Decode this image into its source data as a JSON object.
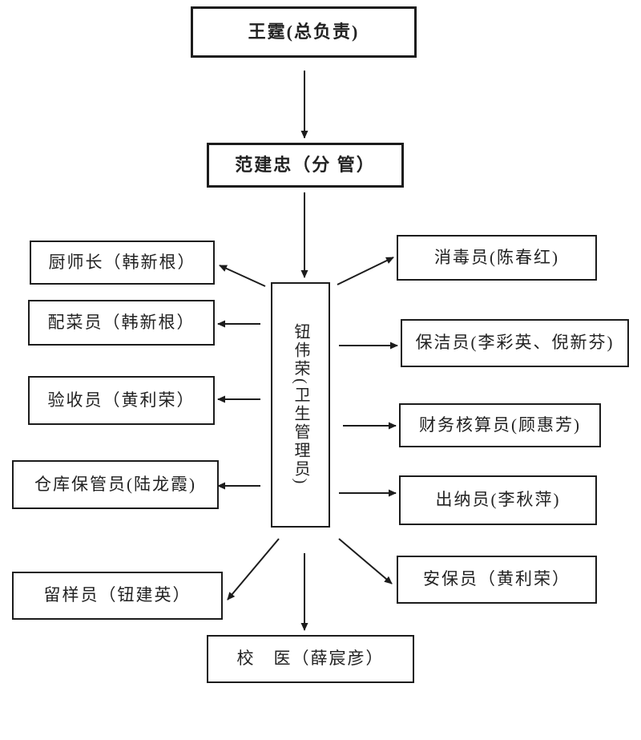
{
  "colors": {
    "background": "#ffffff",
    "box_border": "#1c1c1c",
    "text": "#222222",
    "arrow": "#1c1c1c"
  },
  "diagram": {
    "type": "org-chart",
    "top": "王霆(总负责)",
    "deputy": "范建忠（分 管）",
    "center": "钮伟荣(卫生管理员)",
    "left": [
      "厨师长（韩新根）",
      "配菜员（韩新根）",
      "验收员（黄利荣）",
      "仓库保管员(陆龙霞)",
      "留样员（钮建英）"
    ],
    "right": [
      "消毒员(陈春红)",
      "保洁员(李彩英、倪新芬)",
      "财务核算员(顾惠芳)",
      "出纳员(李秋萍)",
      "安保员（黄利荣）"
    ],
    "bottom": "校　医（薛宸彦）"
  }
}
